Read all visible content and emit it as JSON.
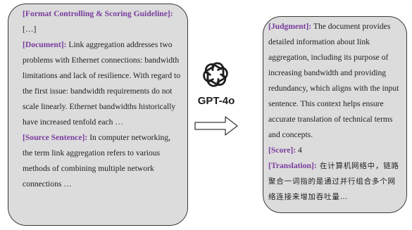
{
  "input_card": {
    "format_label": "[Format Controlling & Scoring Guideline]:",
    "format_text": " […]",
    "document_label": "[Document]:",
    "document_text": " Link aggregation addresses two problems with Ethernet connections: bandwidth limitations and lack of resilience. With regard to the first issue: bandwidth requirements do not scale linearly. Ethernet bandwidths historically have increased tenfold each …",
    "source_label": "[Source Sentence]:",
    "source_text": " In computer networking, the term link aggregation refers to various methods of combining multiple network connections …"
  },
  "model": {
    "name": "GPT-4o",
    "icon": "openai-logo-icon"
  },
  "arrow": {
    "icon": "right-arrow-icon"
  },
  "output_card": {
    "judgment_label": "[Judgment]:",
    "judgment_text": " The document provides detailed information about link aggregation, including its purpose of increasing bandwidth and providing redundancy, which aligns with the input sentence. This context helps ensure accurate translation of technical terms and concepts.",
    "score_label": "[Score]:",
    "score_text": " 4",
    "translation_label": "[Translation]:",
    "translation_text": " 在计算机网络中，链路聚合一词指的是通过并行组合多个网络连接来增加吞吐量…"
  },
  "colors": {
    "card_fill": "#dcdcdc",
    "card_border": "#3a3a3a",
    "label": "#7a3c9e",
    "text": "#1e1e1e"
  }
}
